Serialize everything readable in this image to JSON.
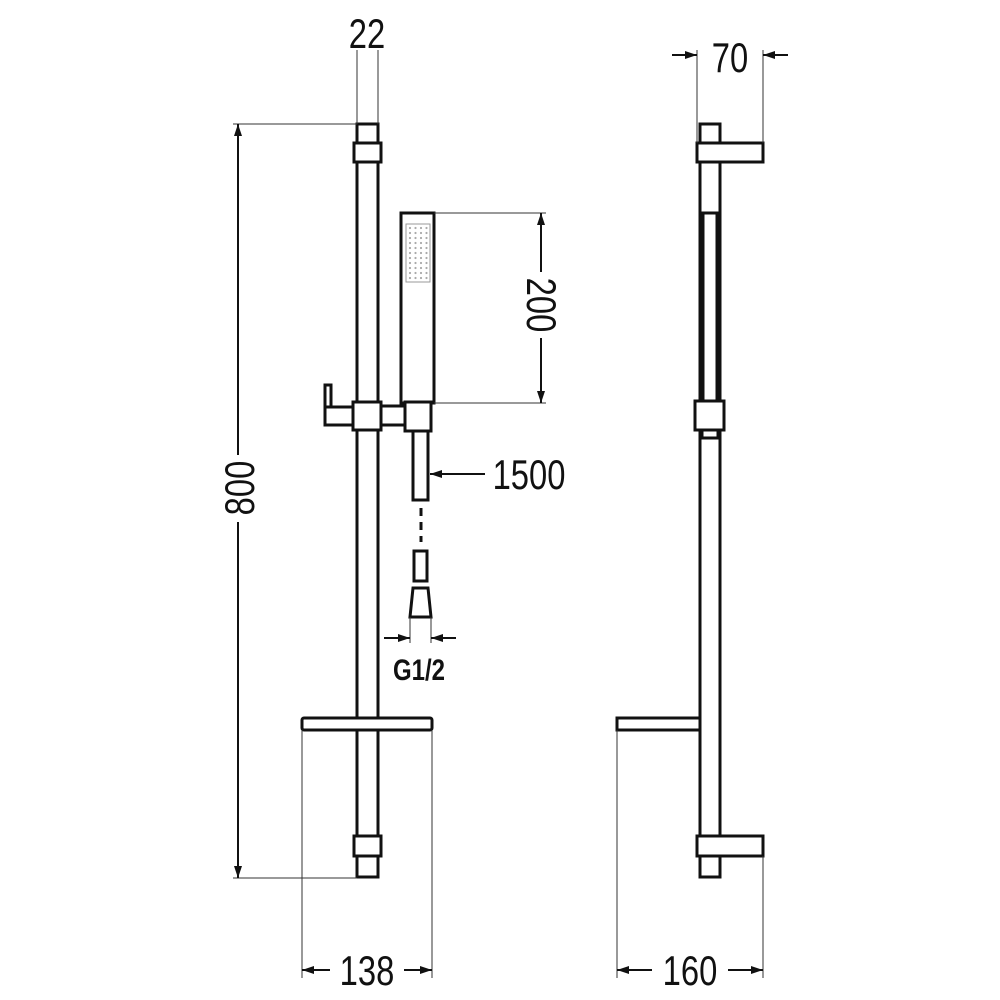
{
  "dimensions": {
    "rail_width": "22",
    "rail_length": "800",
    "hand_shower_length": "200",
    "hose_length": "1500",
    "connection_thread": "G1/2",
    "shelf_width": "138",
    "wall_projection": "70",
    "shelf_depth": "160"
  },
  "colors": {
    "line": "#111111",
    "background": "#ffffff"
  }
}
